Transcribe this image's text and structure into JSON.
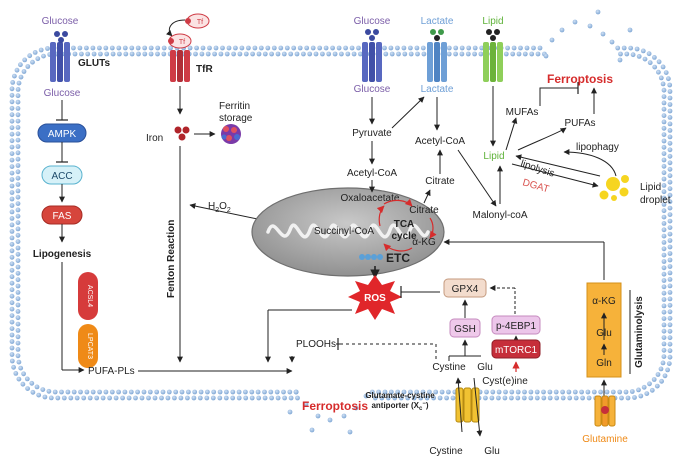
{
  "labels": {
    "glucose_out_left": "Glucose",
    "gluts": "GLUTs",
    "glucose_in_left": "Glucose",
    "ampk": "AMPK",
    "acc": "ACC",
    "fas": "FAS",
    "lipogenesis": "Lipogenesis",
    "acsl4": "ACSL4",
    "lpcat3": "LPCAT3",
    "pufa_pls": "PUFA-PLs",
    "tf_out": "Tf",
    "tf_receptor": "Tf",
    "tfr": "TfR",
    "iron": "Iron",
    "ferritin_storage": "Ferritin\nstorage",
    "fenton_reaction": "Fenton Reaction",
    "h2o2": "H",
    "h2o2_sub": "2",
    "h2o2_o": "O",
    "h2o2_sub2": "2",
    "glucose_out_mid": "Glucose",
    "lactate_out": "Lactate",
    "lipid_out": "Lipid",
    "glucose_in_mid": "Glucose",
    "lactate_in": "Lactate",
    "pyruvate": "Pyruvate",
    "acetyl_coa_left": "Acetyl-CoA",
    "acetyl_coa_right": "Acetyl-CoA",
    "citrate_cyto": "Citrate",
    "malonyl_coa": "Malonyl-coA",
    "oxaloacetate": "Oxaloacetate",
    "citrate_mito": "Citrate",
    "tca": "TCA",
    "cycle": "cycle",
    "succinyl_coa": "Succinyl-CoA",
    "akg_mito": "α-KG",
    "etc": "ETC",
    "ros": "ROS",
    "gpx4": "GPX4",
    "gsh": "GSH",
    "p4ebp1": "p-4EBP1",
    "mtorc1": "mTORC1",
    "ploohs": "PLOOHs",
    "cystine_in": "Cystine",
    "glu_in": "Glu",
    "cysteine_in": "Cyst(e)ine",
    "antiporter_line1": "Glutamate-cystine",
    "antiporter_line2": "antiporter (X",
    "antiporter_sub": "c",
    "antiporter_sup": "−",
    "antiporter_close": ")",
    "cystine_out": "Cystine",
    "glu_out": "Glu",
    "ferroptosis_top": "Ferroptosis",
    "ferroptosis_bottom": "Ferroptosis",
    "mufas": "MUFAs",
    "pufas": "PUFAs",
    "lipid_in": "Lipid",
    "lipophagy": "lipophagy",
    "lipolysis": "lipolysis",
    "dgat": "DGAT",
    "lipid_droplet_1": "Lipid",
    "lipid_droplet_2": "droplet",
    "akg_col": "α-KG",
    "glu_col": "Glu",
    "gln_col": "Gln",
    "glutaminolysis": "Glutaminolysis",
    "glutamine": "Glutamine"
  },
  "colors": {
    "membrane_bead": "#8fb4dd",
    "ferroptosis_red": "#d62c2c",
    "ros_red": "#e0262a",
    "glucose_purple": "#7b5ea8",
    "lactate_blue": "#6e9fd6",
    "lipid_green": "#5fb33a",
    "glut_transporter": "#5868c0",
    "tfr_red": "#cf3b45",
    "ampk_blue": "#3b6fc5",
    "acc_cyan": "#d6f1f8",
    "fas_red": "#d6453c",
    "acsl4_red": "#d63b3b",
    "lpcat3_orange": "#ef8a17",
    "gpx4_fill": "#f3dccd",
    "gsh_fill": "#efc9ea",
    "p4ebp1_fill": "#ecc6ea",
    "mtorc1_fill": "#c62e3a",
    "glutaminolysis_orange": "#f6b23a",
    "dgat_red": "#d9534f",
    "mitochondrion_gray": "#a6a6a6",
    "lipid_droplet_yellow": "#f6d520"
  }
}
